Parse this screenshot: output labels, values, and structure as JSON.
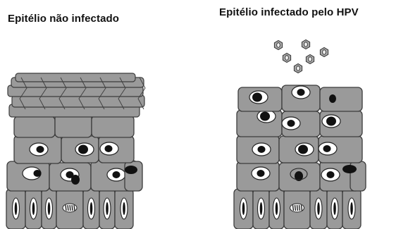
{
  "panels": {
    "left": {
      "title": "Epitélio não infectado"
    },
    "right": {
      "title": "Epitélio infectado pelo HPV"
    }
  },
  "colors": {
    "cell_fill": "#9a9a9a",
    "cell_stroke": "#3c3c3c",
    "nucleus_white": "#ffffff",
    "nucleus_black": "#111111",
    "virus_fill": "#a8a8a8"
  },
  "icons": {
    "virus": "hpv-virus-particle-icon",
    "cell": "epithelial-cell",
    "nucleus": "cell-nucleus"
  }
}
